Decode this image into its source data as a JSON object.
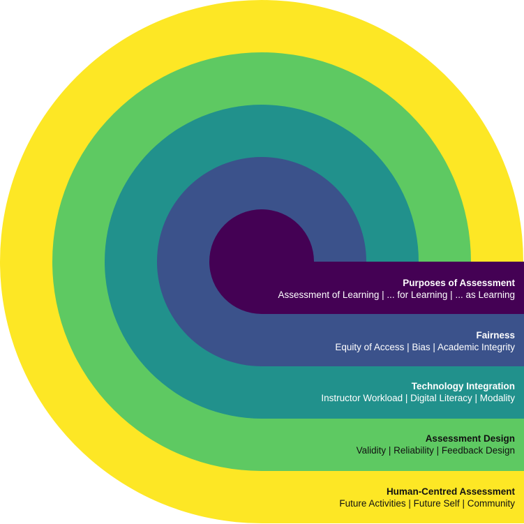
{
  "layers": [
    {
      "title": "Human-Centred Assessment",
      "items": "Future Activities | Future Self | Community",
      "color": "#fde725",
      "text_color": "dark"
    },
    {
      "title": "Assessment Design",
      "items": "Validity | Reliability | Feedback Design",
      "color": "#5ec962",
      "text_color": "dark"
    },
    {
      "title": "Technology Integration",
      "items": "Instructor Workload | Digital Literacy | Modality",
      "color": "#21918c",
      "text_color": "light"
    },
    {
      "title": "Fairness",
      "items": "Equity of Access | Bias | Academic Integrity",
      "color": "#3b528b",
      "text_color": "light"
    },
    {
      "title": "Purposes of Assessment",
      "items": "Assessment of Learning | ... for Learning | ... as Learning",
      "color": "#440154",
      "text_color": "light"
    }
  ]
}
